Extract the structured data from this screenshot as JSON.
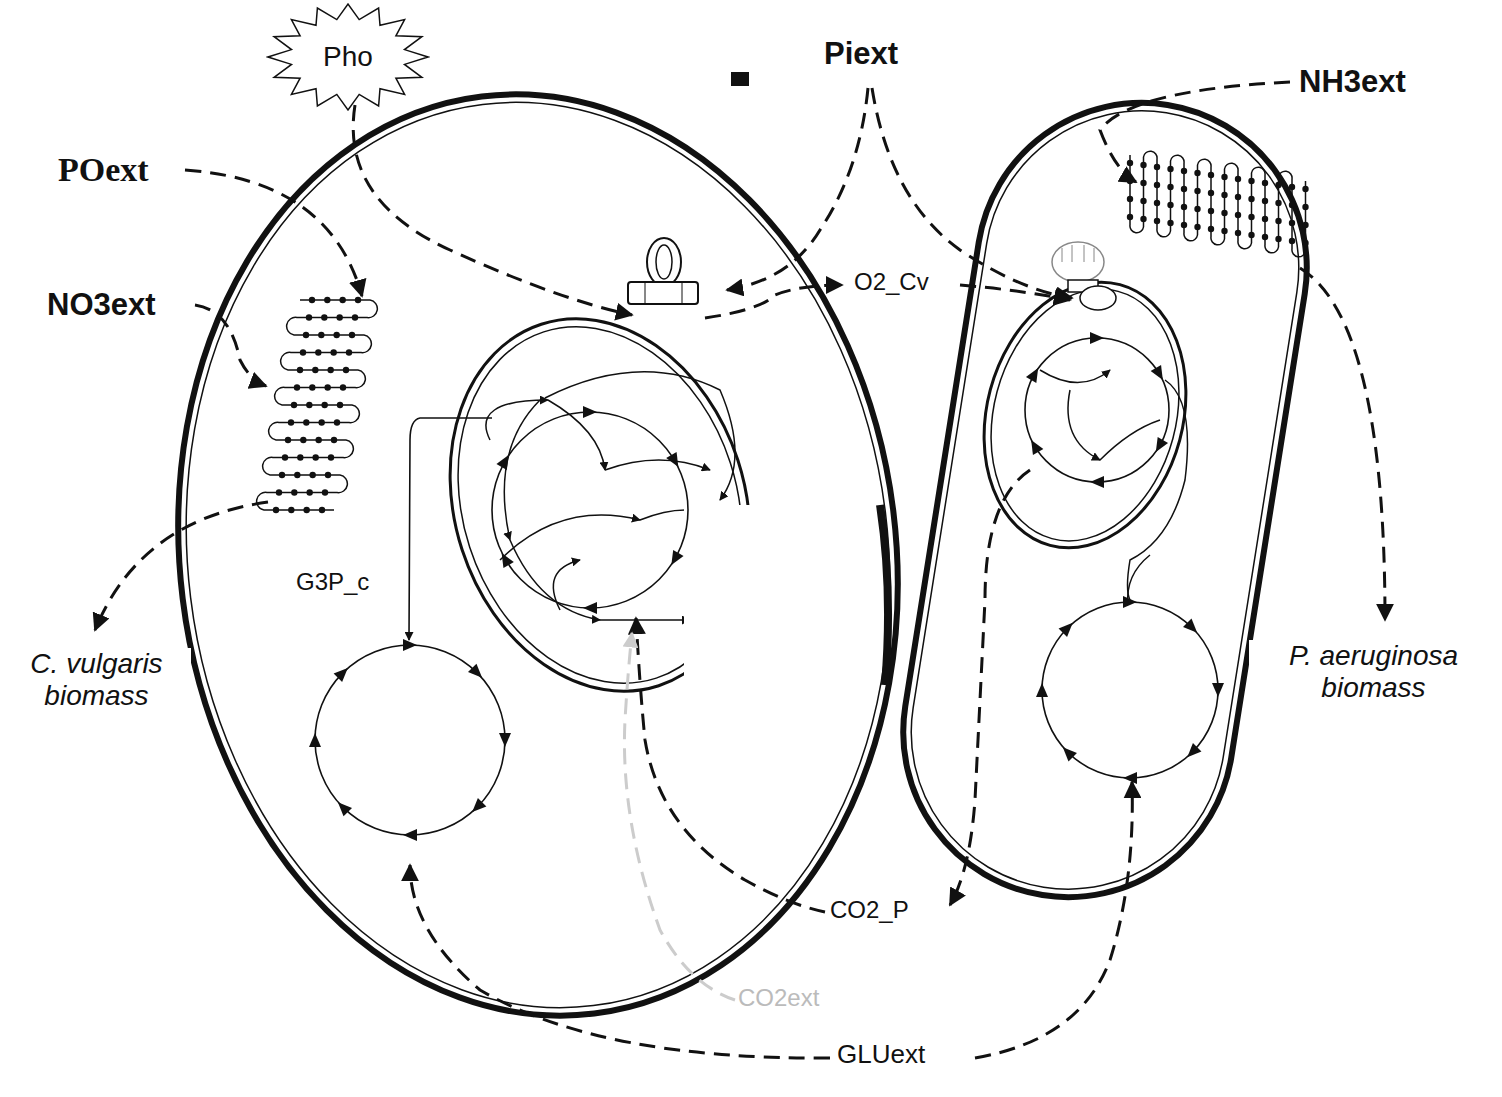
{
  "diagram": {
    "nodes": [
      {
        "text": [
          "Pho"
        ]
      }
    ],
    "labels": [
      "Piext",
      "NH3ext",
      "POext",
      "NO3ext",
      "O2_Cv",
      "G3P_c",
      "C. vulgaris biomass",
      "P. aeruginosa biomass",
      "CO2_P",
      "CO2ext",
      "GLUext"
    ]
  }
}
